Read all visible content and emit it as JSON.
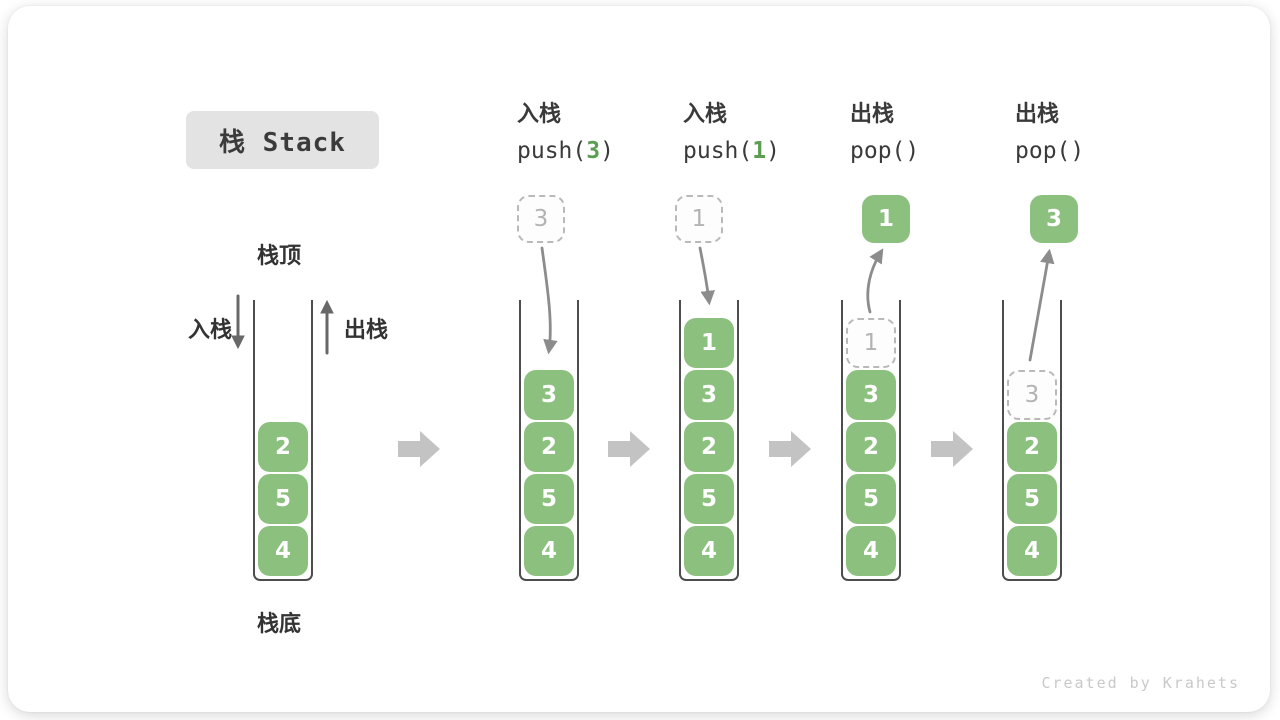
{
  "title": {
    "text": "栈 Stack"
  },
  "legend": {
    "stack_top": "栈顶",
    "stack_bottom": "栈底",
    "push_label": "入栈",
    "pop_label": "出栈"
  },
  "columns": [
    {
      "name": "入栈",
      "code_pre": "push(",
      "code_arg": "3",
      "code_post": ")"
    },
    {
      "name": "入栈",
      "code_pre": "push(",
      "code_arg": "1",
      "code_post": ")"
    },
    {
      "name": "出栈",
      "code_pre": "pop(",
      "code_arg": "",
      "code_post": ")"
    },
    {
      "name": "出栈",
      "code_pre": "pop(",
      "code_arg": "",
      "code_post": ")"
    }
  ],
  "floats": [
    {
      "value": "3",
      "style": "dashed"
    },
    {
      "value": "1",
      "style": "dashed"
    },
    {
      "value": "1",
      "style": "solid"
    },
    {
      "value": "3",
      "style": "solid"
    }
  ],
  "stacks": [
    {
      "cells": [
        {
          "value": "2",
          "dashed": false
        },
        {
          "value": "5",
          "dashed": false
        },
        {
          "value": "4",
          "dashed": false
        }
      ]
    },
    {
      "cells": [
        {
          "value": "3",
          "dashed": false
        },
        {
          "value": "2",
          "dashed": false
        },
        {
          "value": "5",
          "dashed": false
        },
        {
          "value": "4",
          "dashed": false
        }
      ]
    },
    {
      "cells": [
        {
          "value": "1",
          "dashed": false
        },
        {
          "value": "3",
          "dashed": false
        },
        {
          "value": "2",
          "dashed": false
        },
        {
          "value": "5",
          "dashed": false
        },
        {
          "value": "4",
          "dashed": false
        }
      ]
    },
    {
      "cells": [
        {
          "value": "1",
          "dashed": true
        },
        {
          "value": "3",
          "dashed": false
        },
        {
          "value": "2",
          "dashed": false
        },
        {
          "value": "5",
          "dashed": false
        },
        {
          "value": "4",
          "dashed": false
        }
      ]
    },
    {
      "cells": [
        {
          "value": "3",
          "dashed": true
        },
        {
          "value": "2",
          "dashed": false
        },
        {
          "value": "5",
          "dashed": false
        },
        {
          "value": "4",
          "dashed": false
        }
      ]
    }
  ],
  "footer": {
    "credit": "Created by Krahets"
  },
  "colors": {
    "cell-green": "#8CC07E",
    "arg-green": "#5B9E51",
    "title-bg": "#E3E3E3",
    "dashed-border": "#B9B9B9",
    "arrow-gray": "#8C8C8C",
    "flow-arrow-gray": "#C3C3C3"
  }
}
